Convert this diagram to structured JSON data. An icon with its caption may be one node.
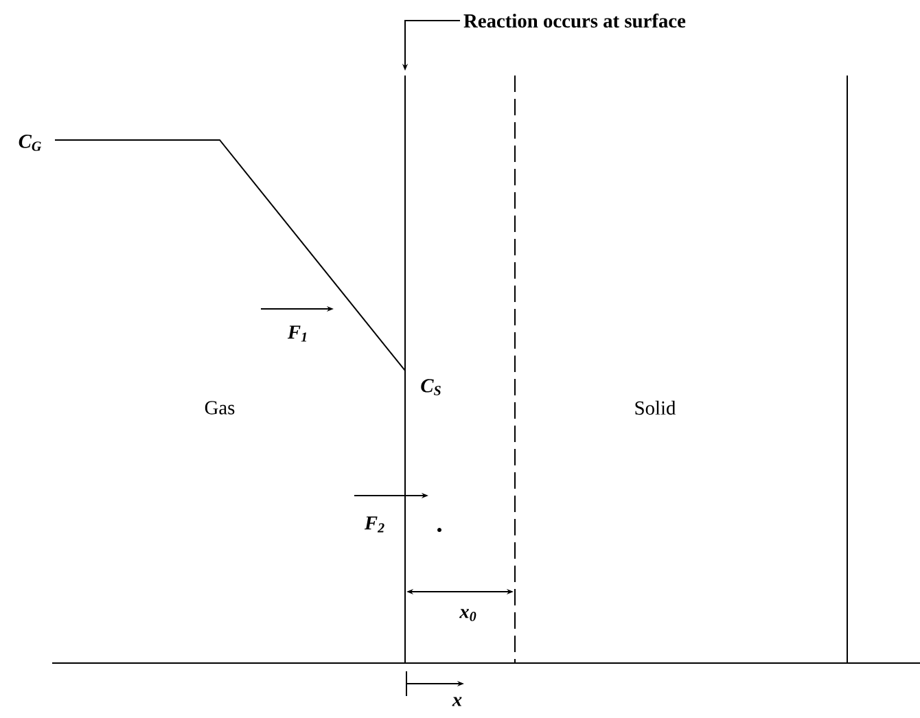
{
  "diagram": {
    "nodes": [
      {
        "text": [
          "Reaction occurs at surface"
        ]
      },
      {
        "text": [],
        "shape": "bar"
      }
    ],
    "edges": [
      {
        "from": 0,
        "to": 1,
        "arrow": "to"
      }
    ],
    "labels": [
      "C$_{G}$",
      "F$_{1}$",
      "C$_{S}$",
      "Gas",
      "Solid",
      "F$_{2}$",
      "x$_{0}$",
      "x"
    ]
  }
}
